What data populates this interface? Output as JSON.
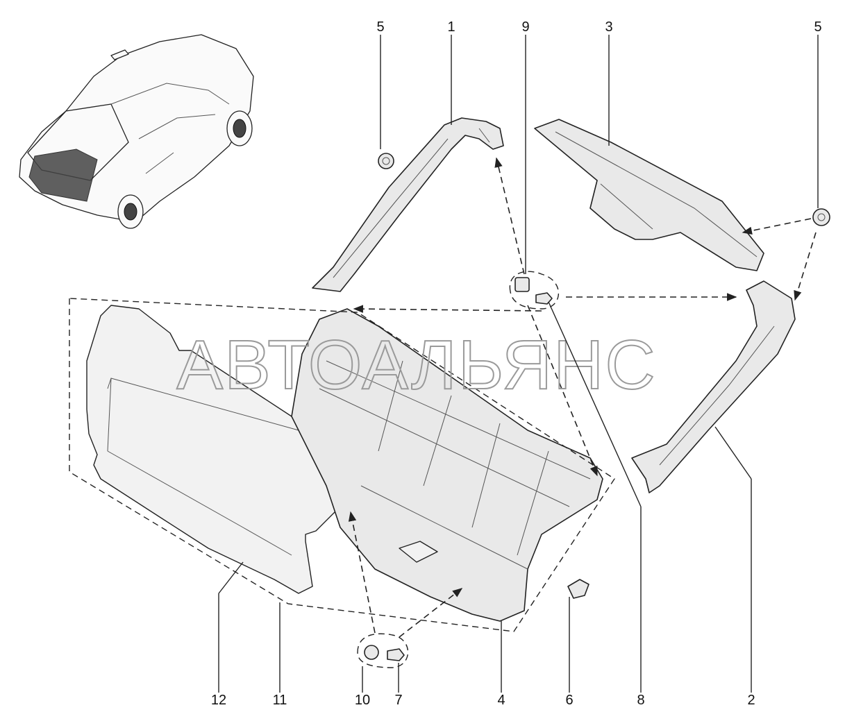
{
  "watermark": "АВТОАЛЬЯНС",
  "callouts": [
    "5",
    "1",
    "9",
    "3",
    "5",
    "2",
    "8",
    "6",
    "4",
    "7",
    "10",
    "11",
    "12"
  ]
}
